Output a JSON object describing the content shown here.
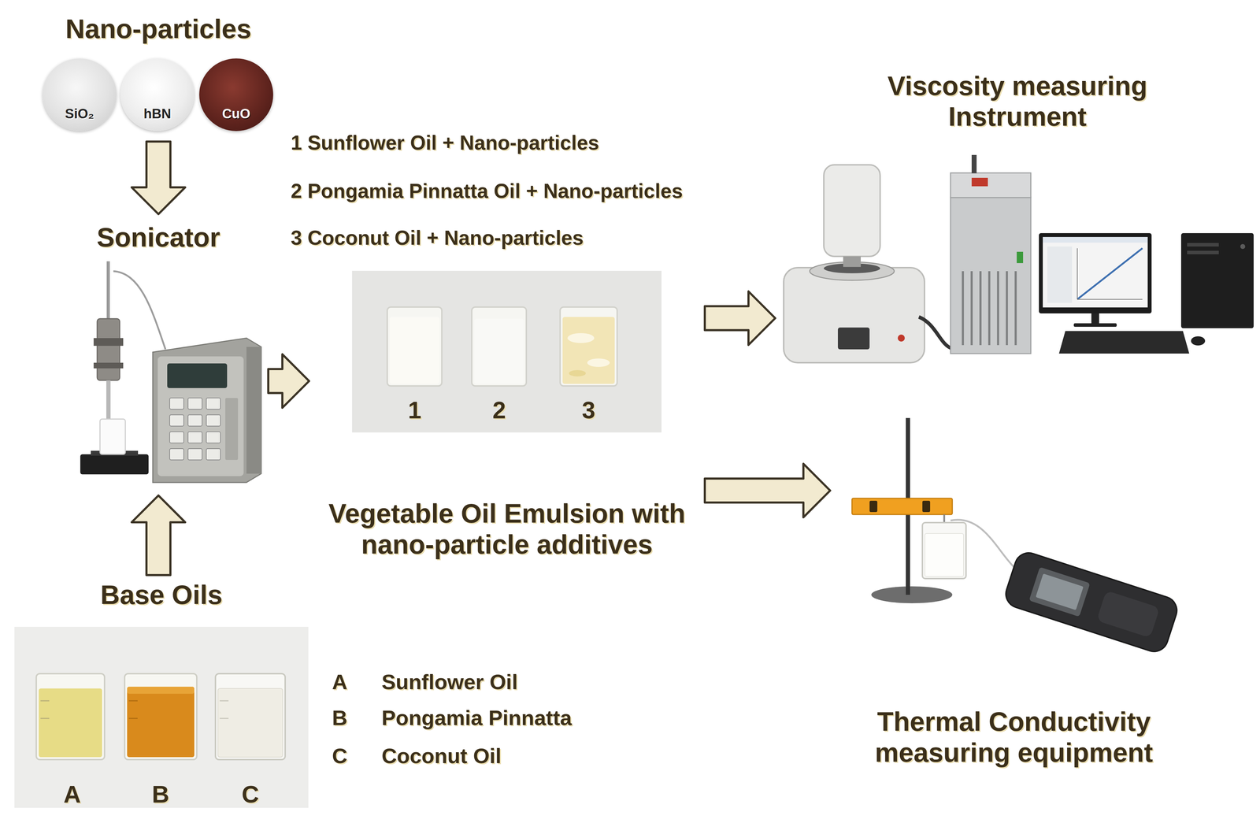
{
  "diagram": {
    "nodes": [
      {
        "text": [
          "Nano-particles"
        ]
      },
      {
        "text": [
          "SiO₂"
        ],
        "in": 0
      },
      {
        "text": [
          "hBN"
        ],
        "in": 0
      },
      {
        "text": [
          "CuO"
        ],
        "in": 0
      },
      {
        "text": [
          "Sonicator"
        ]
      },
      {
        "text": [
          "Base Oils"
        ]
      },
      {
        "text": [
          "Vegetable Oil Emulsion with nano-particle additives"
        ]
      },
      {
        "text": [
          "Viscosity measuring Instrument"
        ]
      },
      {
        "text": [
          "Thermal Conductivity measuring equipment"
        ]
      }
    ],
    "edges": [
      {
        "from": 0,
        "to": 4,
        "arrow": "to"
      },
      {
        "from": 5,
        "to": 4,
        "arrow": "to"
      },
      {
        "from": 4,
        "to": 6,
        "arrow": "to"
      },
      {
        "from": 6,
        "to": 7,
        "arrow": "to"
      },
      {
        "from": 6,
        "to": 8,
        "arrow": "to"
      }
    ],
    "labels": [
      "1 Sunflower Oil + Nano-particles",
      "2 Pongamia Pinnatta Oil + Nano-particles",
      "3 Coconut Oil + Nano-particles",
      "1",
      "2",
      "3",
      "A",
      "Sunflower Oil",
      "B",
      "Pongamia Pinnatta",
      "C",
      "Coconut Oil",
      "A",
      "B",
      "C"
    ]
  }
}
